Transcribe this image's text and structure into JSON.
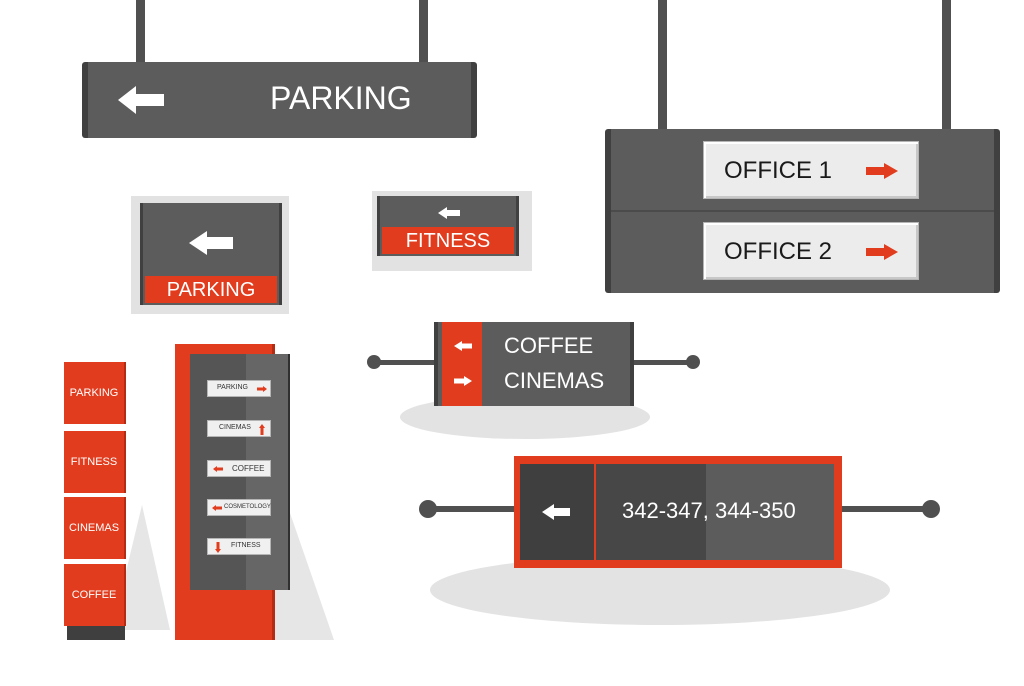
{
  "colors": {
    "sign_dark": "#5c5c5c",
    "sign_edge": "#404040",
    "accent_red": "#e23c1e",
    "plate_light": "#ececec",
    "shadow": "#e3e3e3"
  },
  "hanging_parking_sign": {
    "label": "PARKING",
    "icon": "arrow-left-icon"
  },
  "wall_parking_sign": {
    "label": "PARKING",
    "icon": "arrow-left-icon"
  },
  "fitness_sign": {
    "label": "FITNESS",
    "icon": "arrow-left-icon"
  },
  "office_sign": {
    "plates": [
      {
        "label": "OFFICE 1",
        "icon": "arrow-right-icon"
      },
      {
        "label": "OFFICE 2",
        "icon": "arrow-right-icon"
      }
    ]
  },
  "coffee_cinemas_sign": {
    "rows": [
      {
        "label": "COFFEE",
        "icon": "arrow-left-icon"
      },
      {
        "label": "CINEMAS",
        "icon": "arrow-right-icon"
      }
    ]
  },
  "room_number_sign": {
    "label": "342-347, 344-350",
    "icon": "arrow-left-icon"
  },
  "block_tower": {
    "labels": [
      "PARKING",
      "FITNESS",
      "CINEMAS",
      "COFFEE"
    ]
  },
  "directory_pylon": {
    "items": [
      {
        "label": "PARKING",
        "icon": "arrow-right-icon"
      },
      {
        "label": "CINEMAS",
        "icon": "arrow-up-icon"
      },
      {
        "label": "COFFEE",
        "icon": "arrow-left-icon"
      },
      {
        "label": "COSMETOLOGY",
        "icon": "arrow-left-icon"
      },
      {
        "label": "FITNESS",
        "icon": "arrow-down-icon"
      }
    ]
  }
}
